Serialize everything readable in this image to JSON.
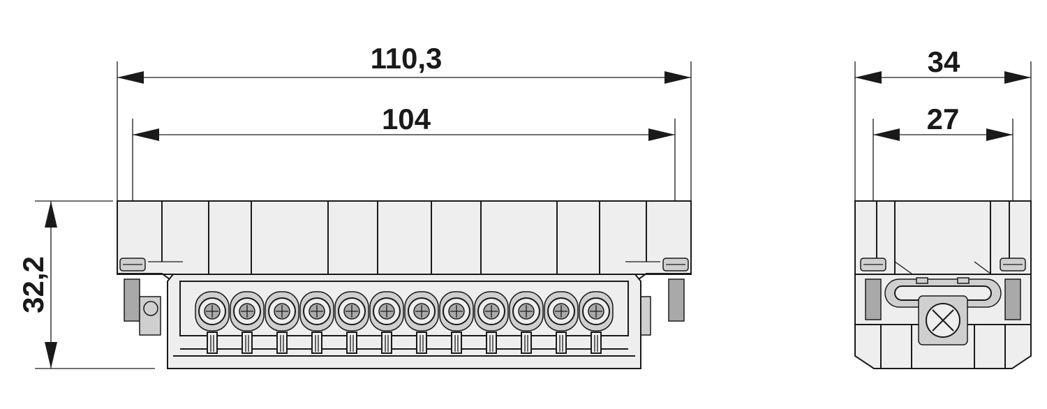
{
  "dimensions": {
    "overall_width": "110,3",
    "mounting_width": "104",
    "height": "32,2",
    "overall_depth": "34",
    "mounting_depth": "27"
  },
  "terminal_count": 12
}
